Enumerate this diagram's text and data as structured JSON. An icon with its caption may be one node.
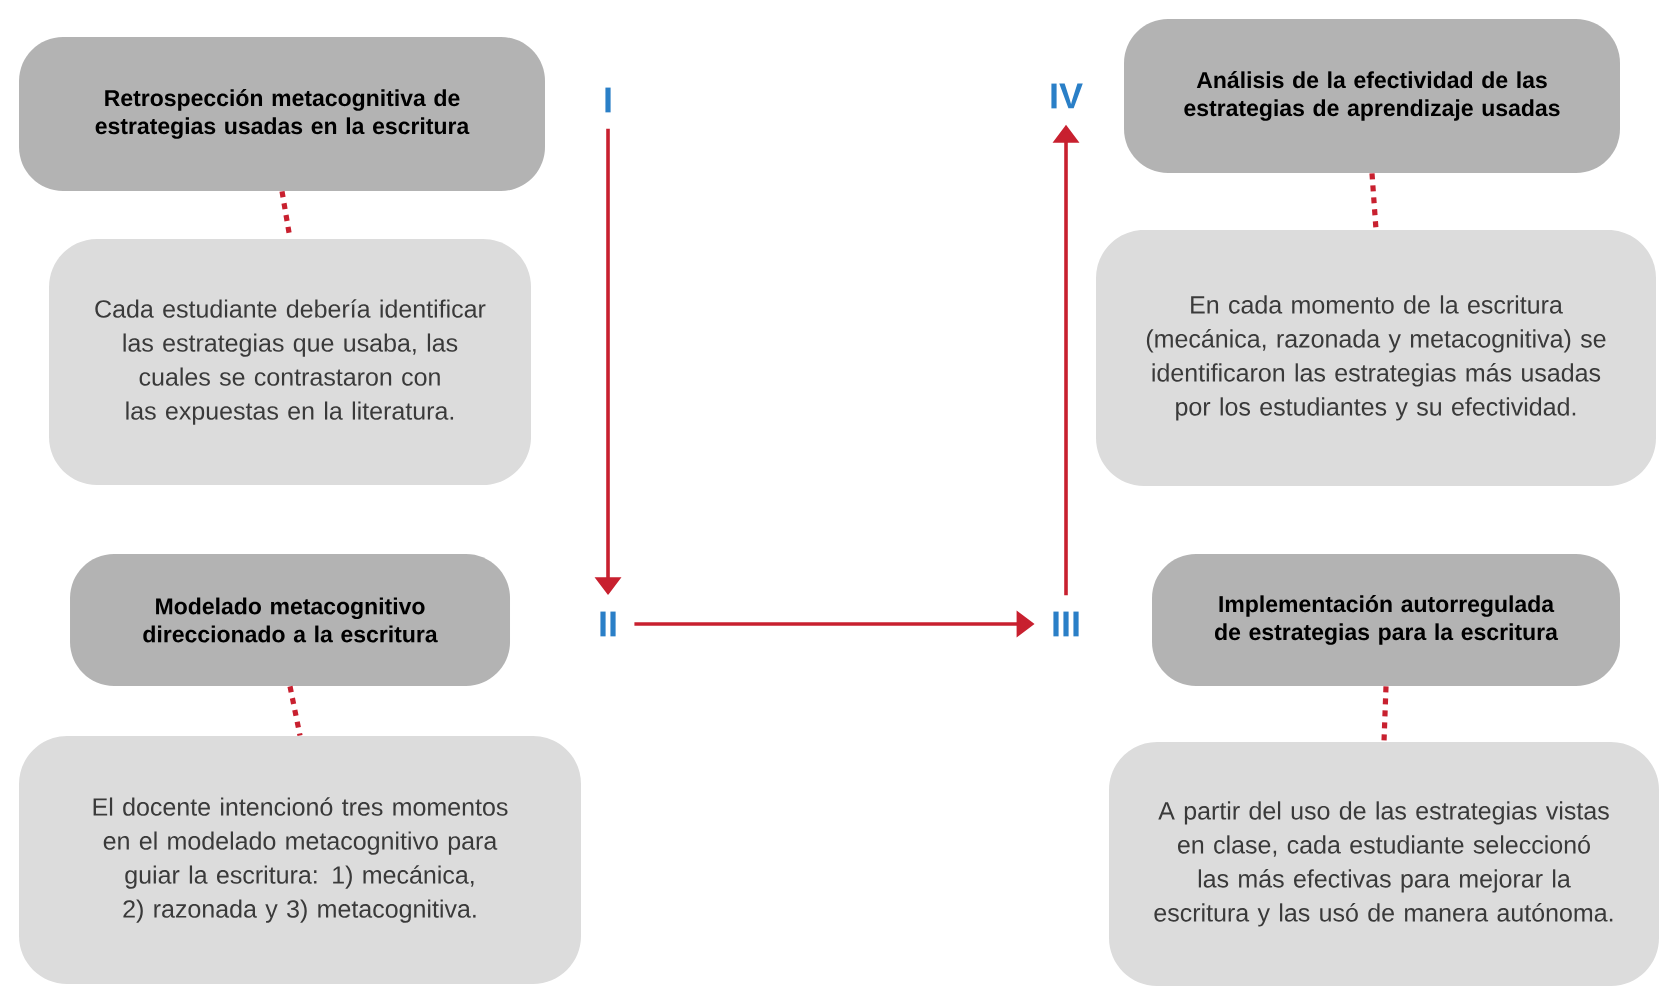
{
  "diagram": {
    "nodes": [
      {
        "text": [
          "Retrospección metacognitiva de estrategias usadas en la escritura"
        ]
      },
      {
        "text": [
          "Cada estudiante debería identificar las estrategias que usaba, las cuales se contrastaron con las expuestas en la literatura."
        ]
      },
      {
        "text": [
          "I"
        ]
      },
      {
        "text": [
          "II"
        ]
      },
      {
        "text": [
          "Modelado metacognitivo direccionado a la escritura"
        ]
      },
      {
        "text": [
          "El docente intencionó tres momentos en el modelado metacognitivo para guiar la escritura: 1) mecánica, 2) razonada y 3) metacognitiva."
        ]
      },
      {
        "text": [
          "III"
        ]
      },
      {
        "text": [
          "IV"
        ]
      },
      {
        "text": [
          "Análisis de la efectividad de las estrategias de aprendizaje usadas"
        ]
      },
      {
        "text": [
          "En cada momento de la escritura (mecánica, razonada y metacognitiva) se identificaron las estrategias más usadas por los estudiantes y su efectividad."
        ]
      },
      {
        "text": [
          "Implementación autorregulada de estrategias para la escritura"
        ]
      },
      {
        "text": [
          "A partir del uso de las estrategias vistas en clase, cada estudiante seleccionó las más efectivas para mejorar la escritura y las usó de manera autónoma."
        ]
      }
    ],
    "edges": [
      {
        "from": 2,
        "to": 3,
        "arrow": "to"
      },
      {
        "from": 3,
        "to": 6,
        "arrow": "to"
      },
      {
        "from": 6,
        "to": 7,
        "arrow": "to"
      },
      {
        "from": 0,
        "to": 1,
        "arrow": "none",
        "style": "dashed"
      },
      {
        "from": 4,
        "to": 5,
        "arrow": "none",
        "style": "dashed"
      },
      {
        "from": 8,
        "to": 9,
        "arrow": "none",
        "style": "dashed"
      },
      {
        "from": 10,
        "to": 11,
        "arrow": "none",
        "style": "dashed"
      }
    ]
  }
}
